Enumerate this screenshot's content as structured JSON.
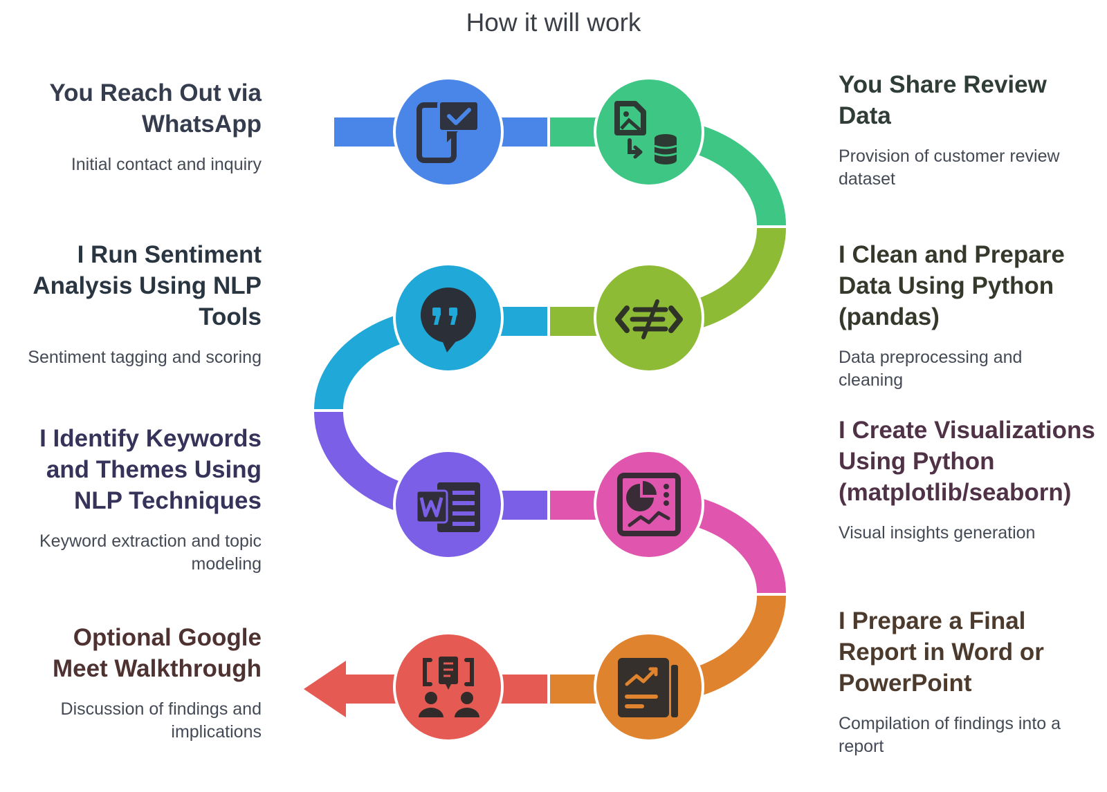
{
  "title": "How it will work",
  "steps": [
    {
      "id": "whatsapp",
      "title": "You Reach Out via WhatsApp",
      "description": "Initial contact and inquiry",
      "icon": "phone-chat-check-icon",
      "color": "#4a86e8",
      "text_color": "#353c4e",
      "side": "left"
    },
    {
      "id": "share-data",
      "title": "You Share Review Data",
      "description": "Provision of customer review dataset",
      "icon": "file-to-database-icon",
      "color": "#3ec784",
      "text_color": "#2f3d36",
      "side": "right"
    },
    {
      "id": "clean-data",
      "title": "I Clean and Prepare Data Using Python (pandas)",
      "description": "Data preprocessing and cleaning",
      "icon": "code-transform-icon",
      "color": "#8dbb35",
      "text_color": "#35392c",
      "side": "right"
    },
    {
      "id": "sentiment",
      "title": "I Run Sentiment Analysis Using NLP Tools",
      "description": "Sentiment tagging and scoring",
      "icon": "quote-bubble-icon",
      "color": "#1fa8d8",
      "text_color": "#2a3542",
      "side": "left"
    },
    {
      "id": "keywords",
      "title": "I Identify Keywords and Themes Using NLP Techniques",
      "description": "Keyword extraction and topic modeling",
      "icon": "word-document-icon",
      "color": "#7b5fe6",
      "text_color": "#36335a",
      "side": "left"
    },
    {
      "id": "visualize",
      "title": "I Create Visualizations Using Python (matplotlib/seaborn)",
      "description": "Visual insights generation",
      "icon": "chart-dashboard-icon",
      "color": "#e055ad",
      "text_color": "#503246",
      "side": "right"
    },
    {
      "id": "report",
      "title": "I Prepare a Final Report in Word or PowerPoint",
      "description": "Compilation of findings into a report",
      "icon": "report-trend-icon",
      "color": "#e0832e",
      "text_color": "#4c3a2d",
      "side": "right"
    },
    {
      "id": "meet",
      "title": "Optional Google Meet Walkthrough",
      "description": "Discussion of findings and implications",
      "icon": "presentation-people-icon",
      "color": "#e55a52",
      "text_color": "#4e3232",
      "side": "left"
    }
  ]
}
